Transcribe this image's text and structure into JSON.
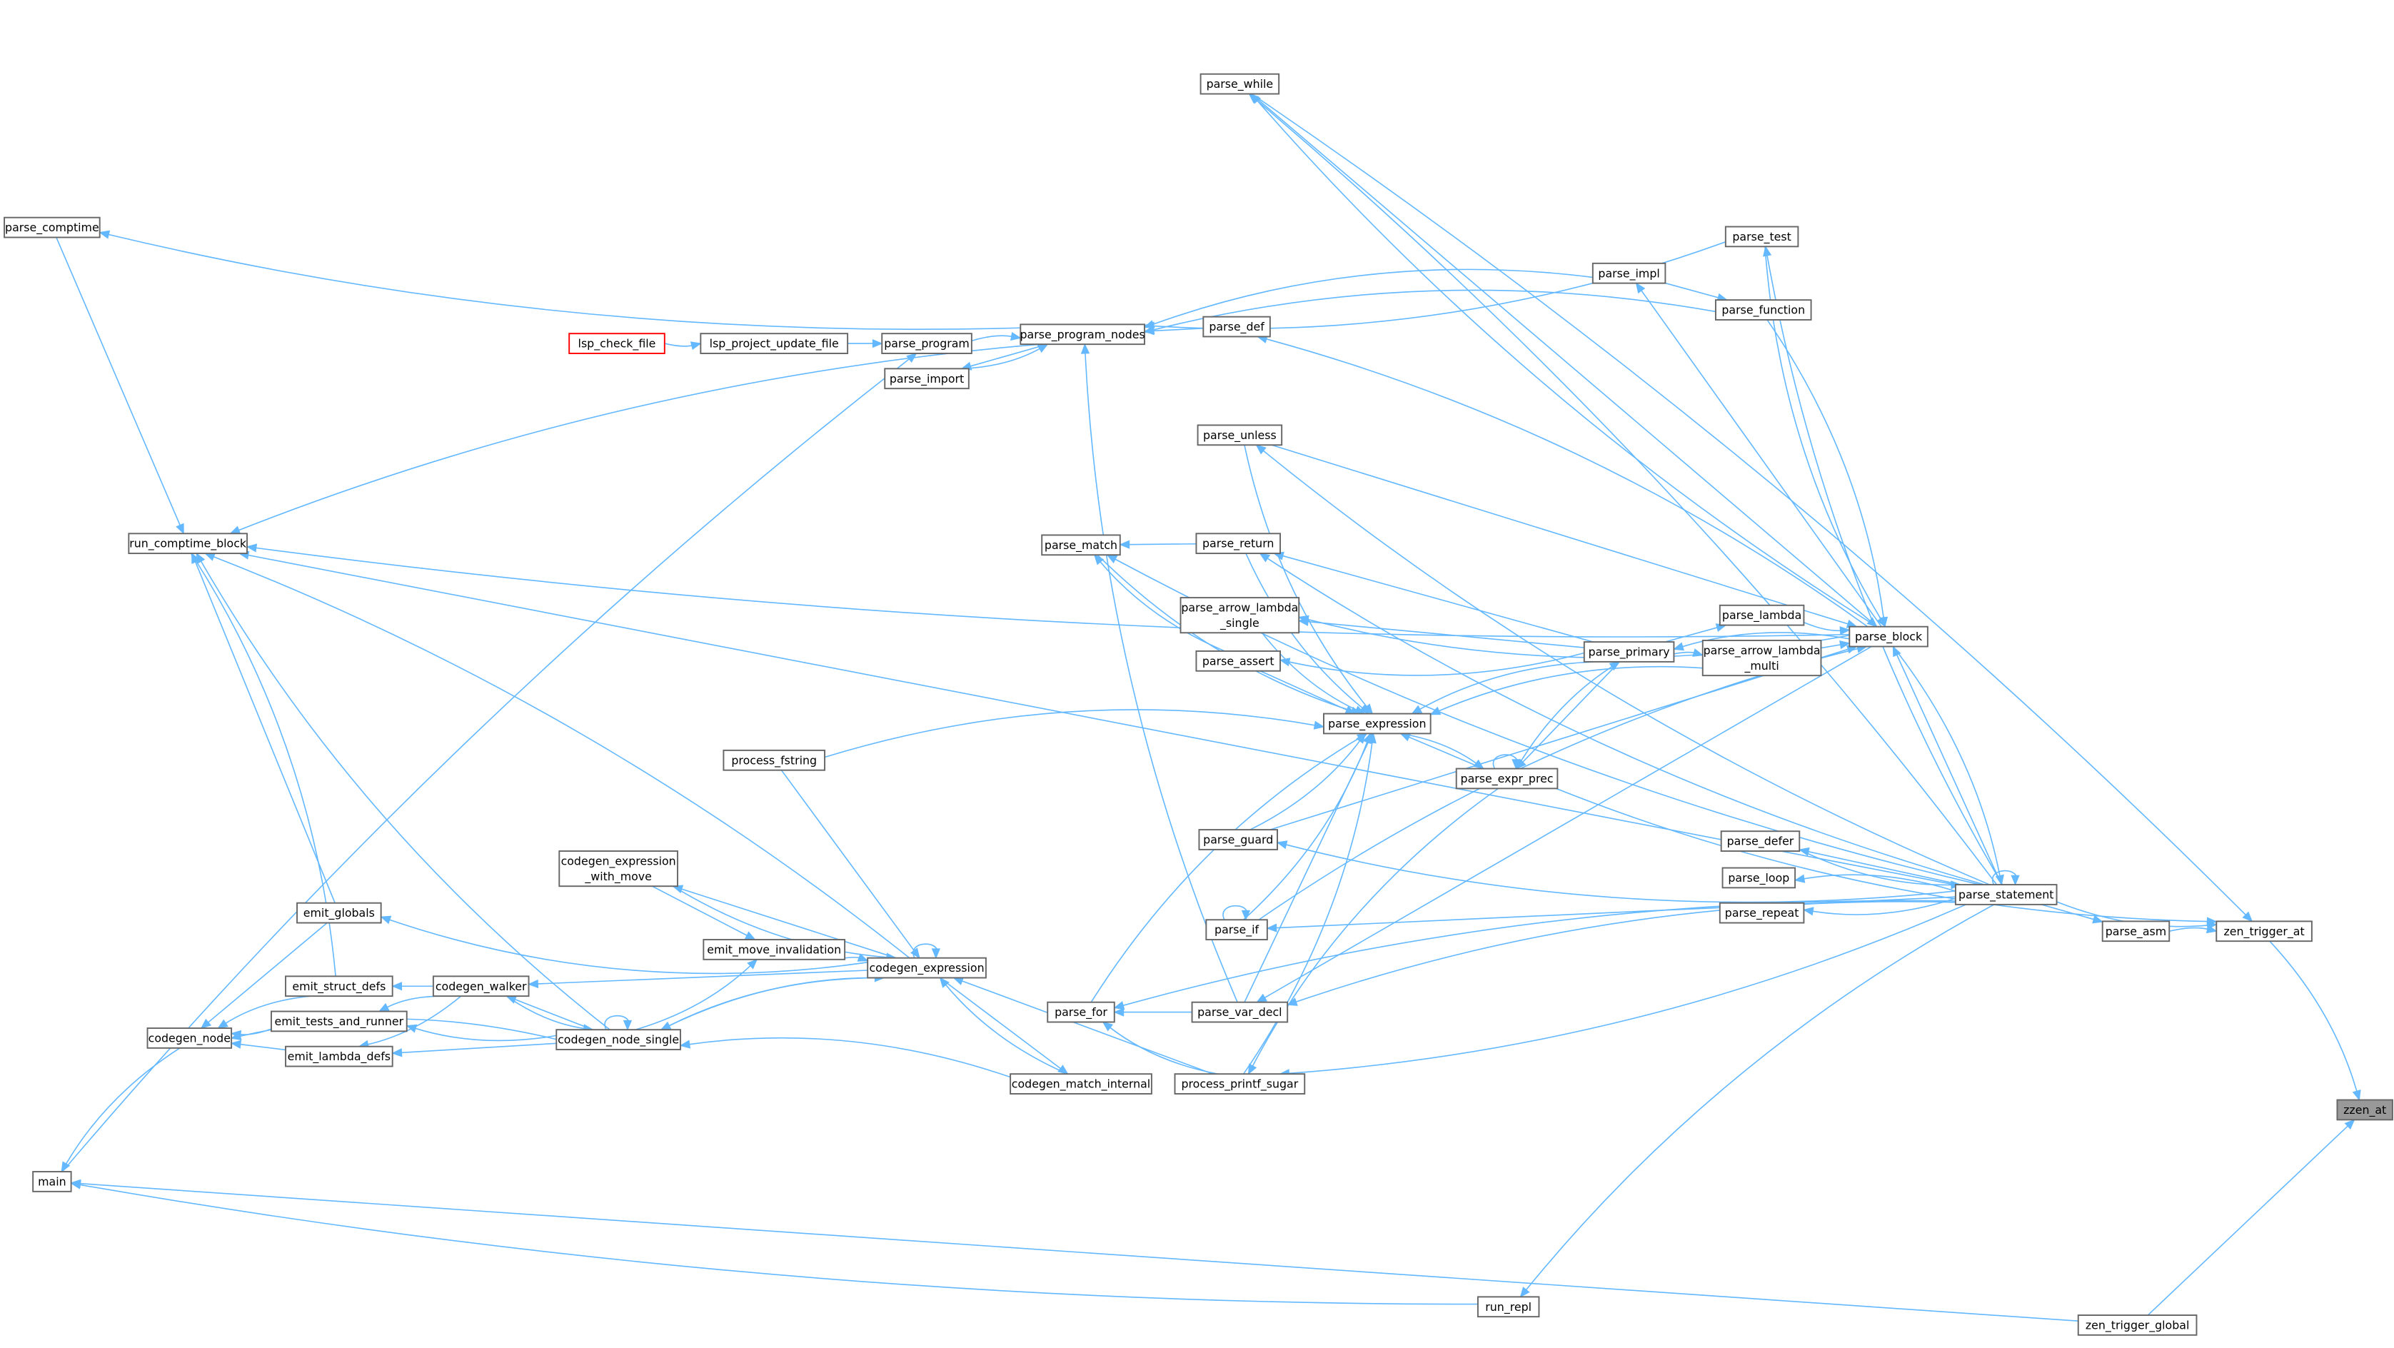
{
  "graph": {
    "title": "Caller graph of zzen_at",
    "focus": "zzen_at",
    "colors": {
      "edge": "#63b8ff",
      "focus_fill": "#999999",
      "node_border": "#666666",
      "highlight_border": "#ff0000"
    },
    "nodes": {
      "zzen_at": [
        "zzen_at"
      ],
      "zen_trigger_at": [
        "zen_trigger_at"
      ],
      "zen_trigger_global": [
        "zen_trigger_global"
      ],
      "parse_asm": [
        "parse_asm"
      ],
      "parse_statement": [
        "parse_statement"
      ],
      "parse_block": [
        "parse_block"
      ],
      "parse_while": [
        "parse_while"
      ],
      "parse_test": [
        "parse_test"
      ],
      "parse_impl": [
        "parse_impl"
      ],
      "parse_function": [
        "parse_function"
      ],
      "parse_def": [
        "parse_def"
      ],
      "parse_program_nodes": [
        "parse_program_nodes"
      ],
      "parse_program": [
        "parse_program"
      ],
      "parse_import": [
        "parse_import"
      ],
      "lsp_project_update_file": [
        "lsp_project_update_file"
      ],
      "lsp_check_file": [
        "lsp_check_file"
      ],
      "parse_comptime": [
        "parse_comptime"
      ],
      "run_comptime_block": [
        "run_comptime_block"
      ],
      "parse_unless": [
        "parse_unless"
      ],
      "parse_match": [
        "parse_match"
      ],
      "parse_return": [
        "parse_return"
      ],
      "parse_arrow_lambda_single": [
        "parse_arrow_lambda",
        "_single"
      ],
      "parse_lambda": [
        "parse_lambda"
      ],
      "parse_primary": [
        "parse_primary"
      ],
      "parse_arrow_lambda_multi": [
        "parse_arrow_lambda",
        "_multi"
      ],
      "parse_assert": [
        "parse_assert"
      ],
      "parse_expression": [
        "parse_expression"
      ],
      "parse_expr_prec": [
        "parse_expr_prec"
      ],
      "process_fstring": [
        "process_fstring"
      ],
      "parse_guard": [
        "parse_guard"
      ],
      "parse_defer": [
        "parse_defer"
      ],
      "parse_loop": [
        "parse_loop"
      ],
      "parse_repeat": [
        "parse_repeat"
      ],
      "parse_if": [
        "parse_if"
      ],
      "codegen_expression_with_move": [
        "codegen_expression",
        "_with_move"
      ],
      "emit_globals": [
        "emit_globals"
      ],
      "emit_move_invalidation": [
        "emit_move_invalidation"
      ],
      "codegen_expression": [
        "codegen_expression"
      ],
      "emit_struct_defs": [
        "emit_struct_defs"
      ],
      "codegen_walker": [
        "codegen_walker"
      ],
      "emit_tests_and_runner": [
        "emit_tests_and_runner"
      ],
      "codegen_node": [
        "codegen_node"
      ],
      "codegen_node_single": [
        "codegen_node_single"
      ],
      "emit_lambda_defs": [
        "emit_lambda_defs"
      ],
      "parse_for": [
        "parse_for"
      ],
      "parse_var_decl": [
        "parse_var_decl"
      ],
      "codegen_match_internal": [
        "codegen_match_internal"
      ],
      "process_printf_sugar": [
        "process_printf_sugar"
      ],
      "main": [
        "main"
      ],
      "run_repl": [
        "run_repl"
      ]
    },
    "edges": [
      [
        "zen_trigger_at",
        "zzen_at"
      ],
      [
        "zen_trigger_global",
        "zzen_at"
      ],
      [
        "parse_statement",
        "zen_trigger_at"
      ],
      [
        "parse_asm",
        "zen_trigger_at"
      ],
      [
        "parse_statement",
        "parse_asm"
      ],
      [
        "parse_expr_prec",
        "zen_trigger_at"
      ],
      [
        "parse_while",
        "zen_trigger_at"
      ],
      [
        "parse_statement",
        "parse_defer"
      ],
      [
        "parse_statement",
        "parse_loop"
      ],
      [
        "parse_statement",
        "parse_repeat"
      ],
      [
        "parse_statement",
        "parse_statement"
      ],
      [
        "parse_defer",
        "parse_statement"
      ],
      [
        "parse_block",
        "parse_statement"
      ],
      [
        "parse_statement",
        "parse_block"
      ],
      [
        "parse_statement",
        "parse_while"
      ],
      [
        "parse_block",
        "parse_while"
      ],
      [
        "parse_while",
        "parse_block"
      ],
      [
        "parse_test",
        "parse_block"
      ],
      [
        "parse_statement",
        "parse_test"
      ],
      [
        "parse_block",
        "parse_impl"
      ],
      [
        "parse_function",
        "parse_program_nodes"
      ],
      [
        "parse_function",
        "parse_block"
      ],
      [
        "parse_impl",
        "parse_function"
      ],
      [
        "parse_impl",
        "parse_program_nodes"
      ],
      [
        "parse_test",
        "parse_program_nodes"
      ],
      [
        "parse_def",
        "parse_program_nodes"
      ],
      [
        "parse_block",
        "parse_def"
      ],
      [
        "parse_program_nodes",
        "parse_comptime"
      ],
      [
        "parse_program_nodes",
        "parse_import"
      ],
      [
        "parse_import",
        "parse_program_nodes"
      ],
      [
        "parse_program",
        "parse_program_nodes"
      ],
      [
        "lsp_project_update_file",
        "parse_program"
      ],
      [
        "lsp_check_file",
        "lsp_project_update_file"
      ],
      [
        "main",
        "parse_program"
      ],
      [
        "parse_comptime",
        "run_comptime_block"
      ],
      [
        "parse_program_nodes",
        "run_comptime_block"
      ],
      [
        "parse_block",
        "run_comptime_block"
      ],
      [
        "parse_statement",
        "run_comptime_block"
      ],
      [
        "codegen_expression",
        "run_comptime_block"
      ],
      [
        "codegen_node_single",
        "run_comptime_block"
      ],
      [
        "emit_globals",
        "run_comptime_block"
      ],
      [
        "emit_struct_defs",
        "run_comptime_block"
      ],
      [
        "parse_statement",
        "parse_unless"
      ],
      [
        "parse_unless",
        "parse_block"
      ],
      [
        "parse_unless",
        "parse_expression"
      ],
      [
        "parse_statement",
        "parse_match"
      ],
      [
        "parse_return",
        "parse_match"
      ],
      [
        "parse_match",
        "parse_expression"
      ],
      [
        "parse_assert",
        "parse_match"
      ],
      [
        "parse_primary",
        "parse_return"
      ],
      [
        "parse_return",
        "parse_expression"
      ],
      [
        "parse_statement",
        "parse_return"
      ],
      [
        "parse_primary",
        "parse_arrow_lambda_single"
      ],
      [
        "parse_arrow_lambda_single",
        "parse_expression"
      ],
      [
        "parse_block",
        "parse_arrow_lambda_single"
      ],
      [
        "parse_primary",
        "parse_lambda"
      ],
      [
        "parse_lambda",
        "parse_block"
      ],
      [
        "parse_primary",
        "parse_arrow_lambda_multi"
      ],
      [
        "parse_arrow_lambda_multi",
        "parse_block"
      ],
      [
        "parse_arrow_lambda_multi",
        "parse_expression"
      ],
      [
        "parse_primary",
        "parse_assert"
      ],
      [
        "parse_assert",
        "parse_expression"
      ],
      [
        "parse_primary",
        "parse_expression"
      ],
      [
        "parse_expr_prec",
        "parse_primary"
      ],
      [
        "parse_primary",
        "parse_expr_prec"
      ],
      [
        "parse_block",
        "parse_primary"
      ],
      [
        "parse_expression",
        "parse_expr_prec"
      ],
      [
        "parse_expr_prec",
        "parse_expression"
      ],
      [
        "parse_expr_prec",
        "parse_expr_prec"
      ],
      [
        "process_fstring",
        "parse_expression"
      ],
      [
        "process_fstring",
        "codegen_expression"
      ],
      [
        "parse_guard",
        "parse_expression"
      ],
      [
        "parse_statement",
        "parse_guard"
      ],
      [
        "parse_guard",
        "parse_block"
      ],
      [
        "parse_if",
        "parse_expression"
      ],
      [
        "parse_if",
        "parse_block"
      ],
      [
        "parse_statement",
        "parse_if"
      ],
      [
        "parse_if",
        "parse_if"
      ],
      [
        "parse_for",
        "parse_expression"
      ],
      [
        "parse_var_decl",
        "parse_for"
      ],
      [
        "parse_statement",
        "parse_for"
      ],
      [
        "process_printf_sugar",
        "parse_for"
      ],
      [
        "parse_var_decl",
        "parse_expression"
      ],
      [
        "parse_statement",
        "parse_var_decl"
      ],
      [
        "parse_var_decl",
        "parse_program_nodes"
      ],
      [
        "parse_block",
        "parse_var_decl"
      ],
      [
        "process_printf_sugar",
        "parse_expression"
      ],
      [
        "parse_statement",
        "process_printf_sugar"
      ],
      [
        "process_printf_sugar",
        "codegen_expression"
      ],
      [
        "parse_expr_prec",
        "process_printf_sugar"
      ],
      [
        "codegen_match_internal",
        "codegen_expression"
      ],
      [
        "codegen_expression",
        "codegen_match_internal"
      ],
      [
        "codegen_match_internal",
        "codegen_node_single"
      ],
      [
        "codegen_expression",
        "codegen_expression"
      ],
      [
        "codegen_expression",
        "codegen_expression_with_move"
      ],
      [
        "codegen_expression_with_move",
        "codegen_expression"
      ],
      [
        "emit_move_invalidation",
        "codegen_expression"
      ],
      [
        "codegen_expression_with_move",
        "emit_move_invalidation"
      ],
      [
        "codegen_node_single",
        "emit_move_invalidation"
      ],
      [
        "codegen_expression",
        "emit_globals"
      ],
      [
        "codegen_expression",
        "codegen_walker"
      ],
      [
        "codegen_expression",
        "codegen_node_single"
      ],
      [
        "codegen_node_single",
        "codegen_expression"
      ],
      [
        "codegen_walker",
        "emit_struct_defs"
      ],
      [
        "codegen_walker",
        "emit_tests_and_runner"
      ],
      [
        "codegen_walker",
        "emit_lambda_defs"
      ],
      [
        "codegen_node_single",
        "codegen_walker"
      ],
      [
        "codegen_walker",
        "codegen_node_single"
      ],
      [
        "codegen_node_single",
        "codegen_node_single"
      ],
      [
        "emit_globals",
        "codegen_node"
      ],
      [
        "emit_struct_defs",
        "codegen_node"
      ],
      [
        "emit_tests_and_runner",
        "codegen_node"
      ],
      [
        "emit_lambda_defs",
        "codegen_node"
      ],
      [
        "codegen_node_single",
        "codegen_node"
      ],
      [
        "codegen_node_single",
        "emit_tests_and_runner"
      ],
      [
        "codegen_node_single",
        "emit_lambda_defs"
      ],
      [
        "codegen_node",
        "main"
      ],
      [
        "run_repl",
        "main"
      ],
      [
        "zen_trigger_global",
        "main"
      ],
      [
        "parse_statement",
        "run_repl"
      ]
    ]
  }
}
